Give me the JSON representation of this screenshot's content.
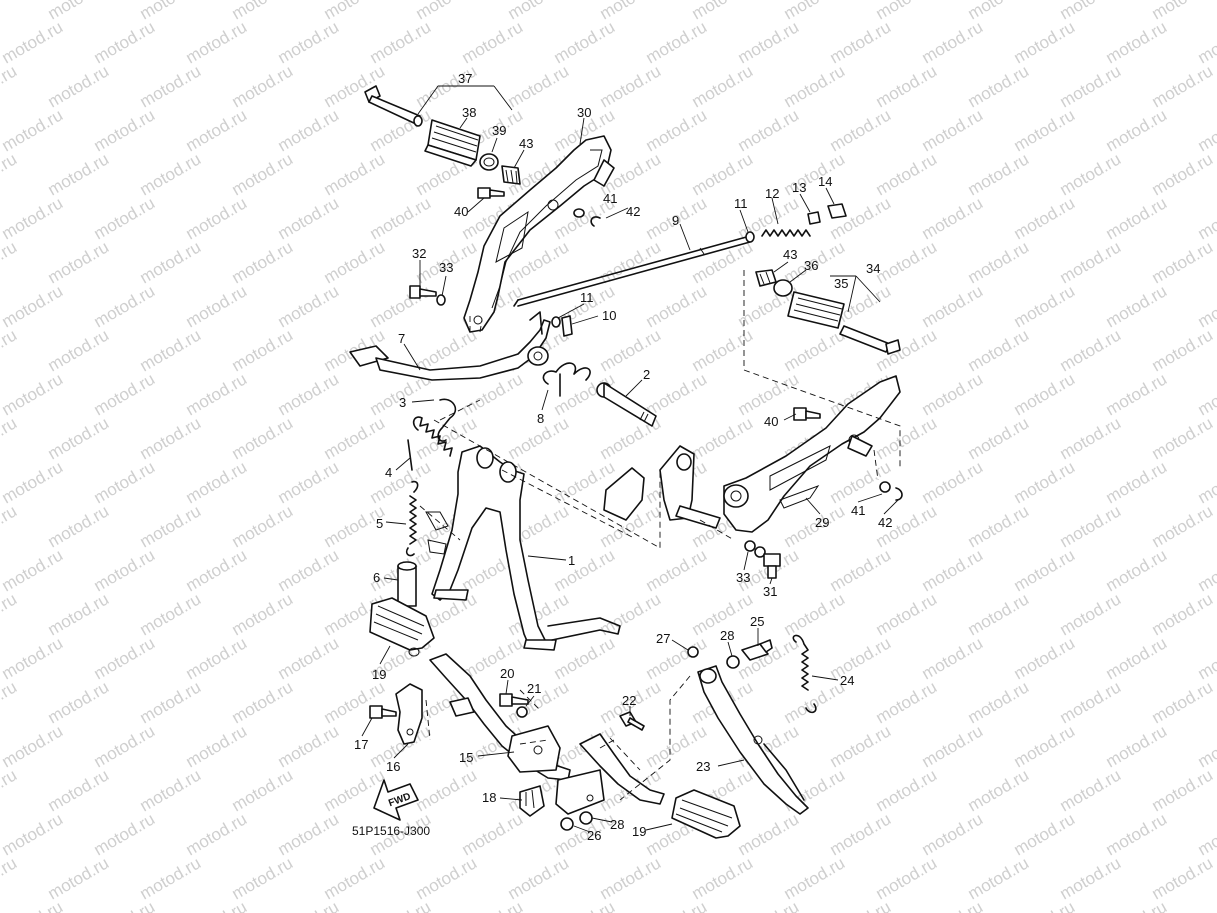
{
  "watermark": "motod.ru",
  "diagram_code": "51P1516-J300",
  "fwd_label": "FWD",
  "callouts": [
    {
      "num": "37"
    },
    {
      "num": "38"
    },
    {
      "num": "39"
    },
    {
      "num": "43"
    },
    {
      "num": "30"
    },
    {
      "num": "40"
    },
    {
      "num": "41"
    },
    {
      "num": "42"
    },
    {
      "num": "9"
    },
    {
      "num": "11"
    },
    {
      "num": "12"
    },
    {
      "num": "13"
    },
    {
      "num": "14"
    },
    {
      "num": "32"
    },
    {
      "num": "33"
    },
    {
      "num": "43"
    },
    {
      "num": "36"
    },
    {
      "num": "34"
    },
    {
      "num": "35"
    },
    {
      "num": "11"
    },
    {
      "num": "10"
    },
    {
      "num": "7"
    },
    {
      "num": "2"
    },
    {
      "num": "3"
    },
    {
      "num": "8"
    },
    {
      "num": "40"
    },
    {
      "num": "4"
    },
    {
      "num": "5"
    },
    {
      "num": "1"
    },
    {
      "num": "29"
    },
    {
      "num": "41"
    },
    {
      "num": "42"
    },
    {
      "num": "6"
    },
    {
      "num": "33"
    },
    {
      "num": "31"
    },
    {
      "num": "27"
    },
    {
      "num": "28"
    },
    {
      "num": "25"
    },
    {
      "num": "24"
    },
    {
      "num": "19"
    },
    {
      "num": "20"
    },
    {
      "num": "21"
    },
    {
      "num": "22"
    },
    {
      "num": "17"
    },
    {
      "num": "16"
    },
    {
      "num": "15"
    },
    {
      "num": "23"
    },
    {
      "num": "18"
    },
    {
      "num": "26"
    },
    {
      "num": "28"
    },
    {
      "num": "19"
    }
  ]
}
